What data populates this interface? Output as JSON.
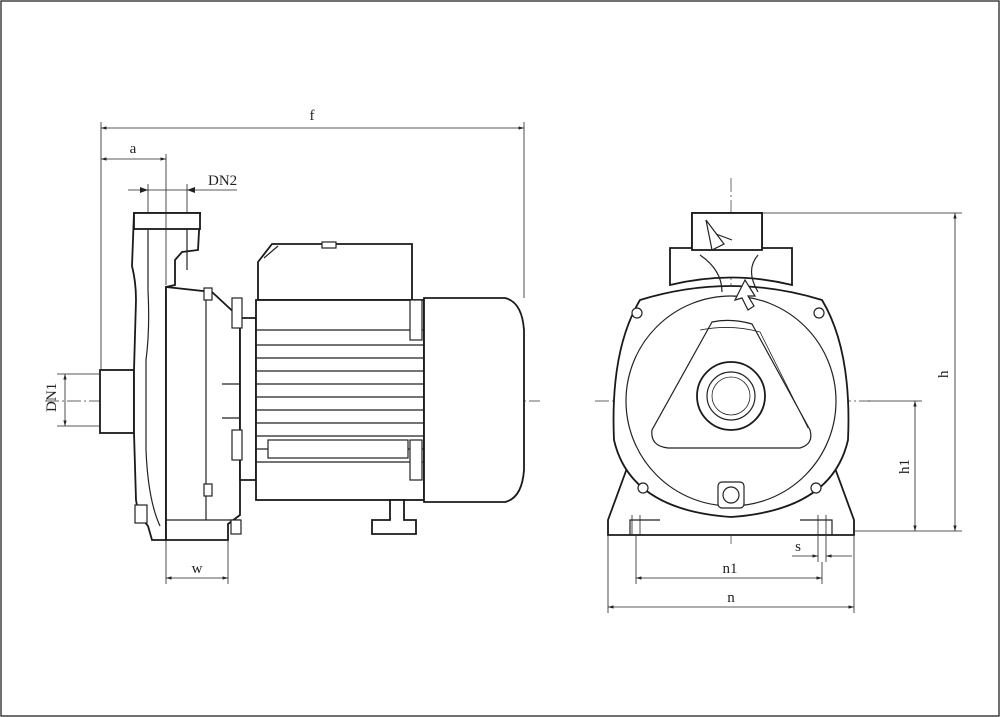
{
  "drawing": {
    "labels": {
      "f": "f",
      "a": "a",
      "dn2": "DN2",
      "dn1": "DN1",
      "w": "w",
      "h": "h",
      "h1": "h1",
      "s": "s",
      "n1": "n1",
      "n": "n"
    }
  }
}
